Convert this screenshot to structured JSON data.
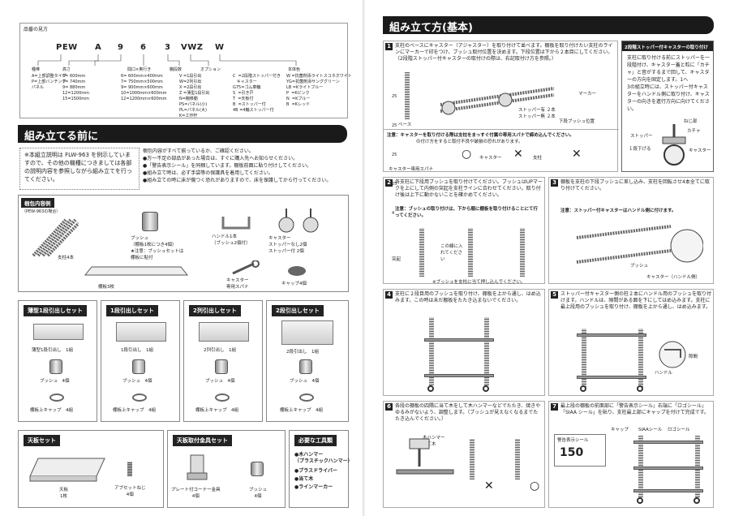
{
  "left": {
    "code_section": {
      "title": "品番の見方",
      "code": [
        "PEW",
        "A",
        "9",
        "6",
        "3",
        "VWZ",
        "W"
      ],
      "labels": [
        "種棒",
        "高さ",
        "間口×奥行き",
        "棚段数",
        "オプション",
        "本体色"
      ],
      "col1": "A=上部調整タイプ\nP=上部バンチング\nパネル",
      "col2": "6= 600mm\n7= 740mm\n9= 880mm\n12=1200mm\n15=1500mm",
      "col3": "6= 600mm×400mm\n7= 750mm×500mm\n9= 900mm×600mm\n10=1000mm×600mm\n12=1200mm×600mm",
      "col4": "V =1段引出\nW=2列引出\nX =2段引出\nZ =薄型1段引出\nN=棚移動\nPS=パネル(小)\nPL=パネル(大)\nK=工作杆",
      "col5": "C  =2段階ストッパー付き\n   キャスター\nG75=ゴム車輪\nS  =引き戸\nT  =天板付\nB  =ストッパー付\n4B =4輪ストッパー付",
      "col6": "W =抗菌剤添ライトスコネホワイト\nYG=抗菌剤添サンググリーン\nLB =Kライトブルー\nP  =Kピンク\nN  =Kブルー\nB  =Kレッド"
    },
    "before": {
      "banner": "組み立てる前に",
      "note": "※本組立説明は FLW-963 を例示していますので、その他の機種につきましては各部の説明内容を参照しながら組み立てを行ってください。",
      "list": [
        "梱包内容がすべて揃っているか、ご確認ください。",
        "●万一不足の部品があった場合は、すぐに購入先へお知らせください。",
        "●「警告表示シール」を同梱しています。棚板前面に貼り付けしてください。",
        "●組み立て時は、必ず手袋等の保護具を着用してください。",
        "●組み立ての時に床が傷つく恐れがありますので、床を保護してから行ってください。"
      ]
    },
    "contents": {
      "title": "梱包内容例",
      "sub": "（PEW-963の場合）",
      "pole": "支柱4本",
      "bush": "ブッシュ\n（棚板1枚につき4個）",
      "bush_note": "★注意：ブッシュセットは\n棚板に貼付",
      "handle": "ハンドル1本\n（ブッシュ2個付）",
      "caster": "キャスター\nストッパーなし2個\nストッパー付 2個",
      "shelf": "棚板3枚",
      "spanner": "キャスター\n専用スパナ",
      "cap": "キャップ4個"
    },
    "sets": [
      {
        "title": "薄型1段引出しセット",
        "item": "薄型1段引出し　1組",
        "bush": "ブッシュ　4個",
        "cap": "棚板上キャップ　4組"
      },
      {
        "title": "1段引出しセット",
        "item": "1段引出し　1組",
        "bush": "ブッシュ　4個",
        "cap": "棚板上キャップ　4組"
      },
      {
        "title": "2列引出しセット",
        "item": "2列引出し　1組",
        "bush": "ブッシュ　4個",
        "cap": "棚板上キャップ　4組"
      },
      {
        "title": "2段引出しセット",
        "item": "2段引出し　1組",
        "bush": "ブッシュ　4個",
        "cap": "棚板上キャップ　4組"
      }
    ],
    "top_set": {
      "title": "天板セット",
      "board": "天板\n1枚",
      "screw": "アブセットねじ\n4個"
    },
    "hardware_set": {
      "title": "天板取付金具セット",
      "plate": "プレート付コーナー金具\n4個",
      "bush": "ブッシュ\n4個"
    },
    "tools": {
      "title": "必要な工具類",
      "items": [
        "●木ハンマー\n（プラスチックハンマー）",
        "●プラスドライバー",
        "●当て木",
        "●ラインマーカー"
      ]
    }
  },
  "right": {
    "banner": "組み立て方(基本)",
    "steps": [
      {
        "n": "1",
        "text": "支柱のベースにキャスター（アジャスター）を取り付けて並べます。棚板を取り付けたい支柱のラインにマーカーで印をつけ、ブッシュ取付位置を決めます。下段位置は下から２本目にしてください。（2段階ストッパー付キャスターの取付けの際は、右記取付け方を参照。）"
      },
      {
        "n": "2",
        "text": "各支柱に下段用ブッシュを取り付けてください。ブッシュはUPマークを上にして内側の突起を支柱ラインに合わせてください。取り付け後は上下に動かないことを確かめてください。"
      },
      {
        "n": "3",
        "text": "棚板を支柱の下段ブッシュに差し込み、支柱を回転させ4本全てに取り付けてください。"
      },
      {
        "n": "4",
        "text": "支柱に２段目用のブッシュを取り付け、棚板を上から通し、はめ込みます。この時は未だ棚板をたたき込まないでください。"
      },
      {
        "n": "5",
        "text": "ストッパー付キャスター側の柱２本にハンドル用のブッシュを取り付けます。ハンドルは、隙間がある面を下にしてはめ込みます。支柱に最上段用のブッシュを取り付け、棚板を上から通し、はめ込みます。"
      },
      {
        "n": "6",
        "text": "各段の棚板の四隅に当て木をして木ハンマーなどでたたき、焼きやゆるみがないよう、調整します。（ブッシュが見えなくなるまでたたき込んでください。）"
      },
      {
        "n": "7",
        "text": "最上段の棚板の前面部に「警告表示シール」右端に「ロゴシール」「SIAA シール」を貼り、支柱最上部にキャップを付けて完成です。"
      }
    ],
    "caution1": "注意：キャスターを取り付ける際は支柱をまっすぐ付属の専用スパナで締め込んでください。",
    "caution1b": "の付け方をすると取付不良や破損の恐れがあります。",
    "caution2": "注意：ブッシュの取り付けは、下から順に棚板を取り付けることにて行ってください。",
    "caution3": "注意：ストッパー付キャスターはハンドル側に付けます。",
    "side_title": "2段階ストッパー付キャスターの取り付け",
    "side_text": "支柱に取り付ける前にストッパーを一段階付け、キャスター蓋と粒に「カチャ」と音がするまで回して、キャスターの方向を固定します。1へ\n3の組立時には、ストッパー付キャスターをハンドル側に取り付け、キャスターの向きを進行方向に向けてください。",
    "side_labels": {
      "stopper": "ストッパー",
      "nut": "ねじ部",
      "click": "カチャ",
      "caster": "キャスター",
      "step": "１段下げる"
    },
    "labels_s1": {
      "base": "ベース",
      "marker": "マーカー",
      "bush": "下段ブッシュ位置",
      "stop": "ストッパー有 ２本\nストッパー無 ２本"
    },
    "labels_s2": {
      "fix": "突起",
      "line": "この線に入れてください",
      "bush_note": "※ブッシュを支柱に当て押し込んでください。"
    },
    "labels_s3": {
      "bush": "ブッシュ",
      "handle": "キャスター（ハンドル側）"
    },
    "labels_s5": {
      "handle": "ハンドル",
      "gap": "隙間"
    },
    "labels_s6": {
      "hammer": "木ハンマー\n当て木"
    },
    "labels_s7": {
      "warning": "警告表示シール",
      "cap": "キャップ",
      "siaa": "SIAAシール",
      "logo": "ロゴシール",
      "load": "150"
    },
    "caster_labels": {
      "spanner": "キャスター専用スパナ",
      "caster": "キャスター",
      "pole": "支柱"
    },
    "scale": [
      "25",
      "25",
      "25",
      "25",
      "4"
    ]
  }
}
